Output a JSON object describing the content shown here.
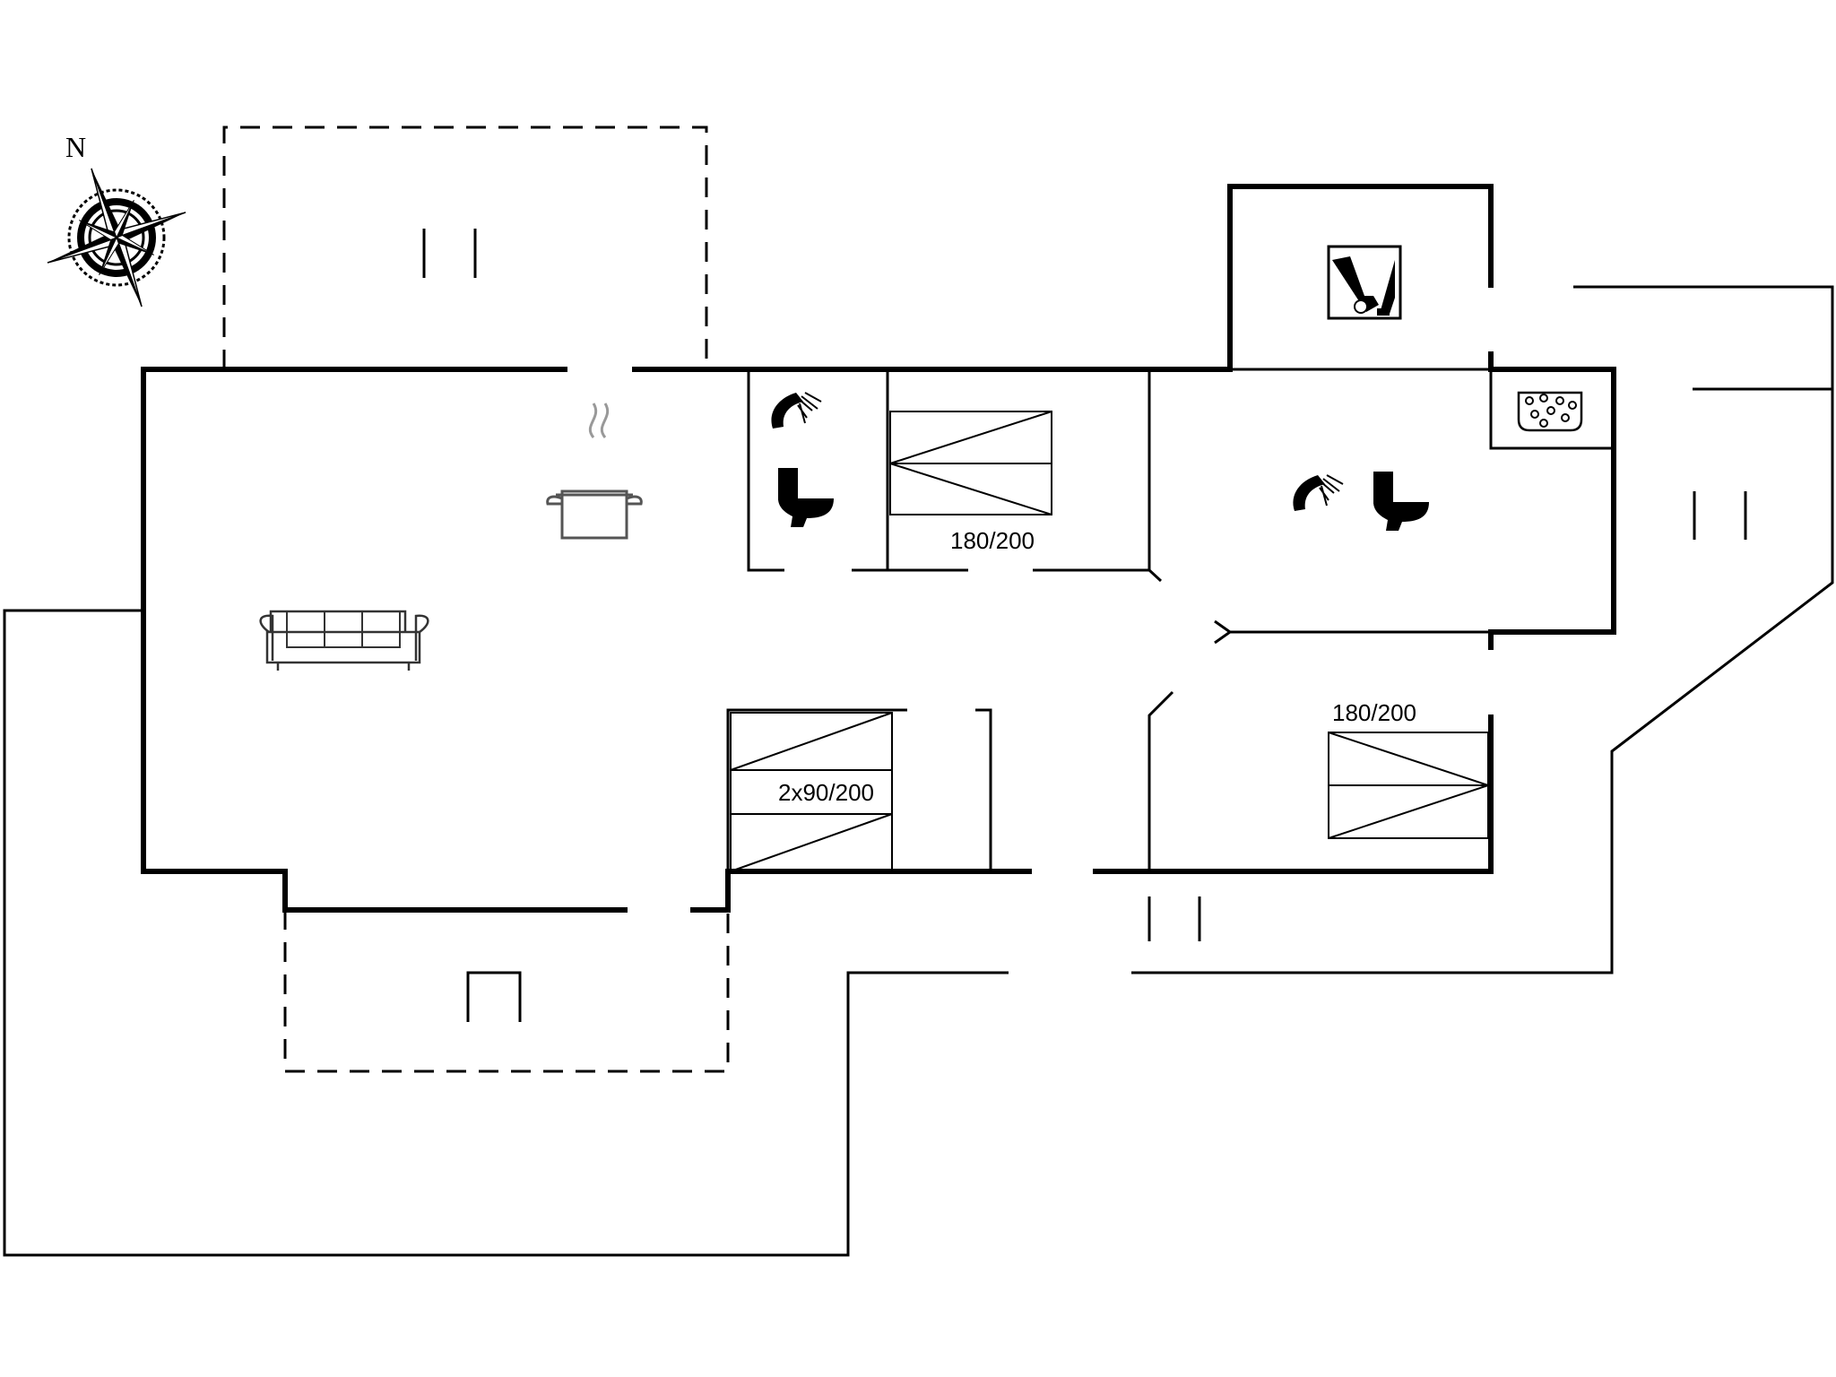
{
  "compass": {
    "north_label": "N"
  },
  "bed_labels": {
    "double_1": "180/200",
    "double_2": "180/200",
    "twin": "2x90/200"
  }
}
